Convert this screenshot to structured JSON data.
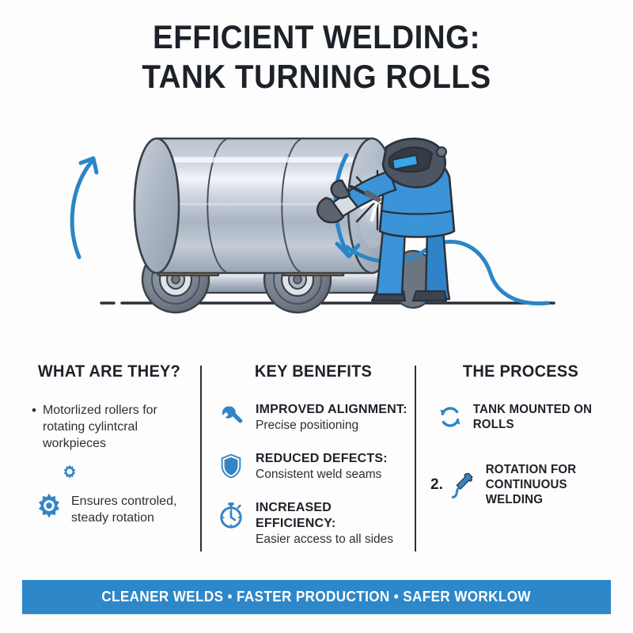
{
  "theme": {
    "background": "#fdfdfd",
    "ink": "#1d2128",
    "accent_blue": "#3585c6",
    "banner_blue": "#2d87c9",
    "roller_yellow": "#f0b03c",
    "tank_grey": "#aeb7c4"
  },
  "title": {
    "line1": "EFFICIENT WELDING:",
    "line2": "TANK TURNING ROLLS"
  },
  "illustration": {
    "name": "tank-turning-rolls-welder-illustration",
    "alt": "Cylindrical tank resting on yellow roller brackets with a welder working on the tank end",
    "rotation_arrow_left": "rotation-arrow-up",
    "rotation_arrow_right": "rotation-arrow-down",
    "spark_label": "weld-spark-burst"
  },
  "columns": [
    {
      "id": "what-are-they",
      "heading": "WHAT ARE THEY?",
      "bullets": [
        {
          "marker": "•",
          "text": "Motorlized rollers for rotating cylintcral workpieces"
        }
      ],
      "gear_small_icon": "gear-icon",
      "gear_big_icon": "gear-icon",
      "gear_text": "Ensures controled, steady rotation"
    },
    {
      "id": "key-benefits",
      "heading": "KEY BENEFITS",
      "items": [
        {
          "icon": "wrench-icon",
          "title": "IMPROVED ALIGNMENT:",
          "subtitle": "Precise positioning"
        },
        {
          "icon": "shield-icon",
          "title": "REDUCED DEFECTS:",
          "subtitle": "Consistent weld seams"
        },
        {
          "icon": "stopwatch-icon",
          "title": "INCREASED EFFICIENCY:",
          "subtitle": "Easier access to all sides"
        }
      ]
    },
    {
      "id": "the-process",
      "heading": "THE PROCESS",
      "steps": [
        {
          "number": "",
          "icon": "rotation-cycle-icon",
          "line1": "TANK MOUNTED ON ROLLS",
          "line2": ""
        },
        {
          "number": "2.",
          "icon": "welding-torch-icon",
          "line1": "ROTATION FOR",
          "line2": "CONTINUOUS WELDING"
        }
      ]
    }
  ],
  "banner": {
    "text": "CLEANER WELDS • FASTER PRODUCTION • SAFER WORKLOW"
  }
}
